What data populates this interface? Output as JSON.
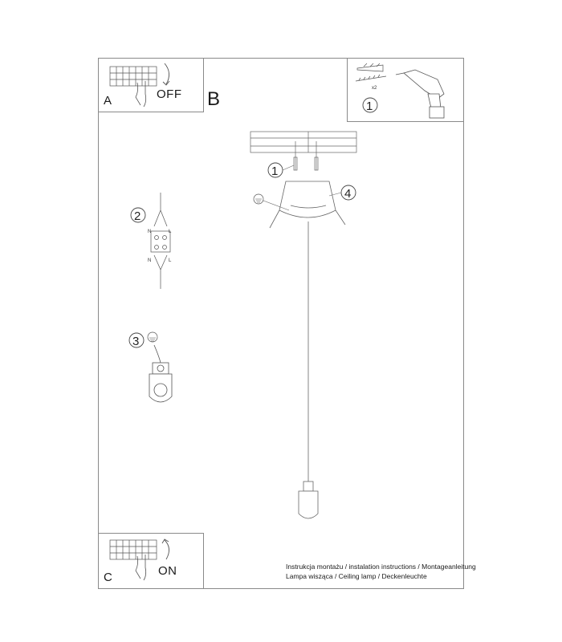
{
  "panel_a": {
    "letter": "A",
    "switch_label": "OFF"
  },
  "panel_b": {
    "letter": "B"
  },
  "panel_c": {
    "letter": "C",
    "switch_label": "ON"
  },
  "tools": {
    "step": "1",
    "quantity": "x2"
  },
  "main": {
    "callout_screws": "1",
    "callout_canopy": "4"
  },
  "wiring": {
    "step": "2",
    "labels": [
      "N",
      "L",
      "N",
      "L"
    ]
  },
  "earth": {
    "step": "3"
  },
  "footer": {
    "line1": "Instrukcja montażu / instalation instructions / Montageanleitung",
    "line2": "Lampa wisząca / Ceiling lamp / Deckenleuchte"
  },
  "icons": [
    "fuse-box-icon",
    "hand-icon",
    "rotate-arrow-icon",
    "wall-plug-icon",
    "screw-icon",
    "drill-icon",
    "ceiling-icon",
    "canopy-icon",
    "earth-symbol-icon",
    "terminal-block-icon",
    "earth-connector-icon",
    "pendant-lamp-icon"
  ],
  "colors": {
    "line": "#555555",
    "frame": "#8a8a8a"
  }
}
